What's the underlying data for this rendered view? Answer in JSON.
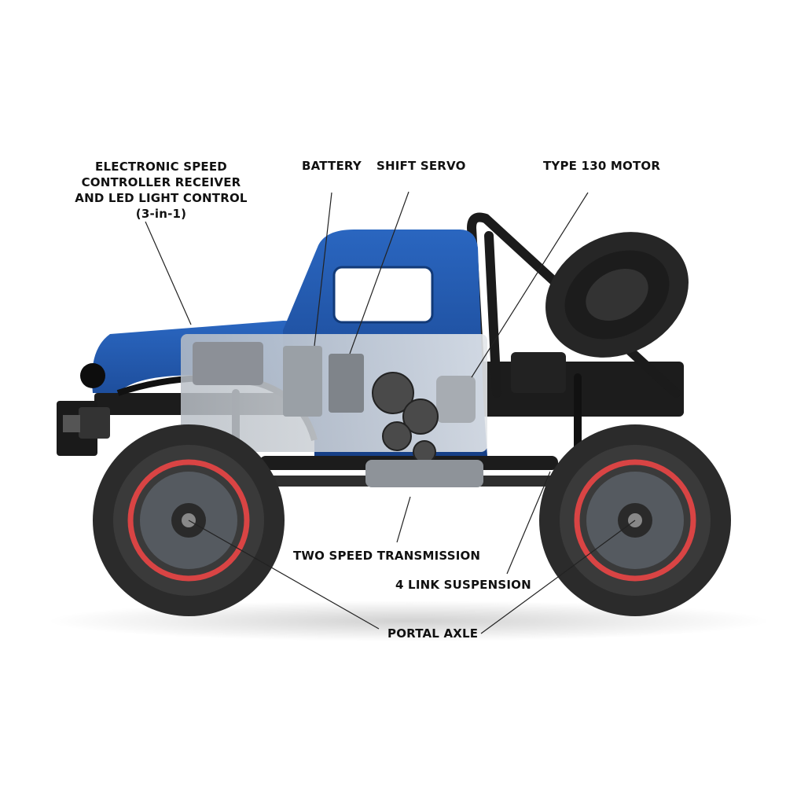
{
  "colors": {
    "body_blue": "#1f56a8",
    "body_blue_dark": "#123a78",
    "chassis": "#1c1c1c",
    "tire": "#2b2b2b",
    "rim_accent": "#d94444",
    "label_text": "#111111",
    "leader_line": "#222222"
  },
  "icons": [
    "monster-truck-illustration",
    "spare-tire",
    "roll-cage",
    "gear-train"
  ],
  "labels": {
    "esc": {
      "line1": "ELECTRONIC SPEED",
      "line2": "CONTROLLER RECEIVER",
      "line3": "AND LED LIGHT CONTROL",
      "line4": "(3-in-1)"
    },
    "battery": "BATTERY",
    "shift_servo": "SHIFT SERVO",
    "motor": "TYPE 130 MOTOR",
    "transmission": "TWO SPEED TRANSMISSION",
    "suspension": "4 LINK SUSPENSION",
    "axle": "PORTAL AXLE"
  }
}
